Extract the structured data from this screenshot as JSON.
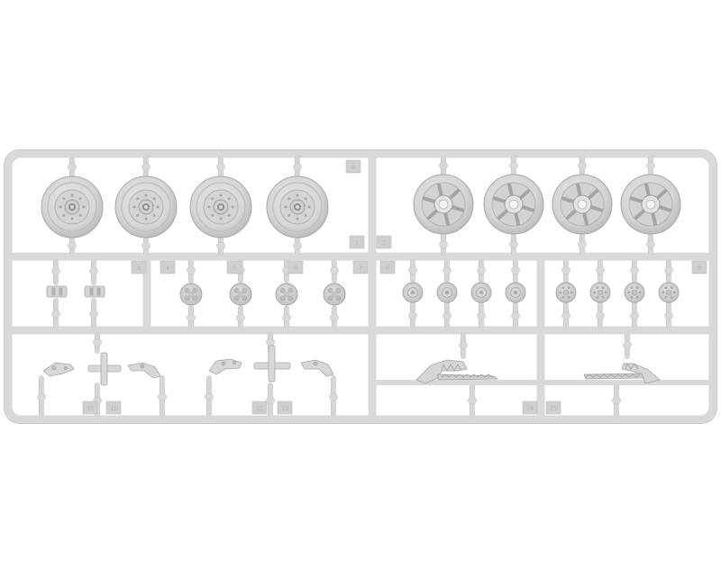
{
  "image": {
    "subject": "plastic model kit sprue with wheels, hubs and suspension parts",
    "background_color": "#ffffff",
    "plastic_color": "#dcdcdc",
    "plastic_shade": "#c4c4c4",
    "plastic_dark": "#a9a9a9",
    "tag_color": "#cfcfcf"
  },
  "part_tags": [
    "A",
    "1",
    "2",
    "3",
    "4",
    "5",
    "6",
    "7",
    "8",
    "9",
    "10",
    "11",
    "12",
    "13",
    "14",
    "15"
  ]
}
